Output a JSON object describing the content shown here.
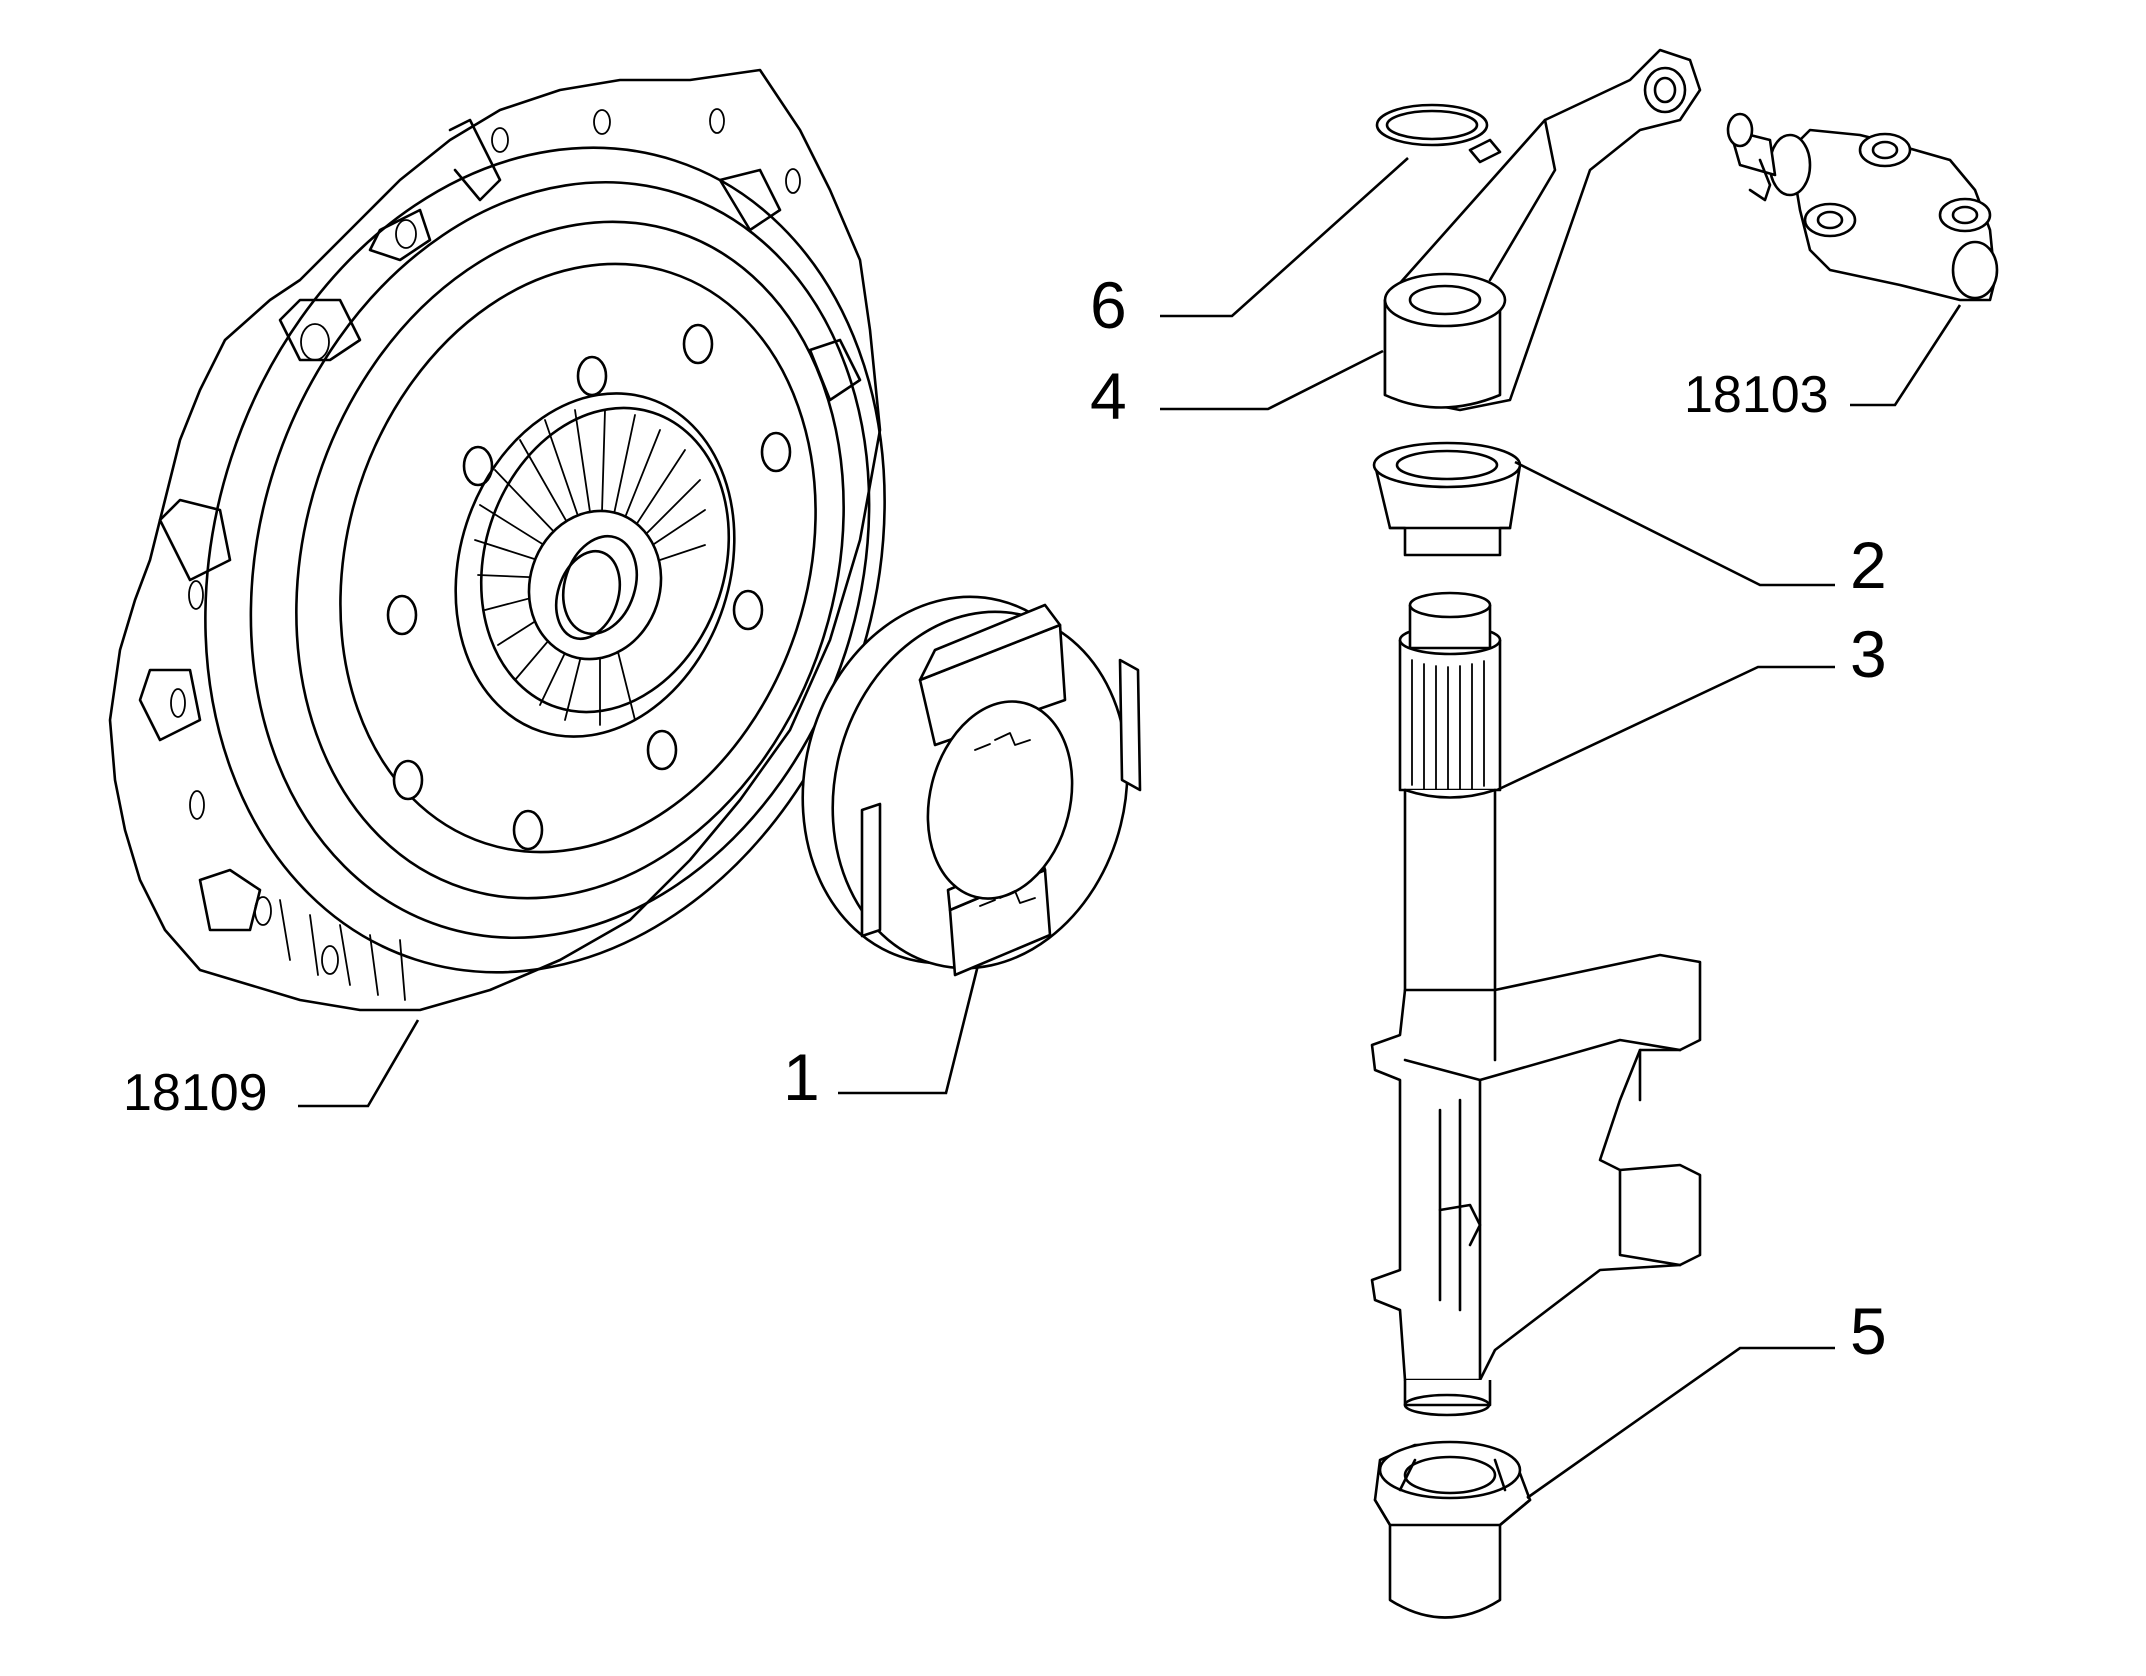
{
  "callouts": {
    "c18109": "18109",
    "c1": "1",
    "c6": "6",
    "c4": "4",
    "c18103": "18103",
    "c2": "2",
    "c3": "3",
    "c5": "5"
  }
}
